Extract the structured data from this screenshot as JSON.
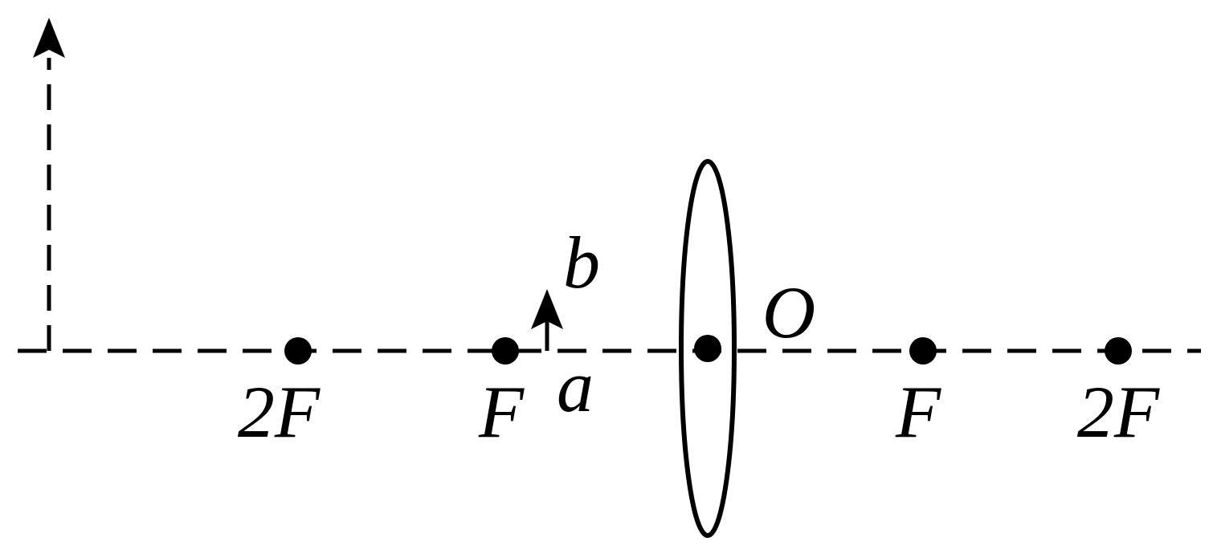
{
  "labels": {
    "left_2f": "2F",
    "left_f": "F",
    "point_a": "a",
    "point_b": "b",
    "center_o": "O",
    "right_f": "F",
    "right_2f": "2F"
  },
  "style": {
    "ink": "#000000",
    "background": "#ffffff"
  }
}
